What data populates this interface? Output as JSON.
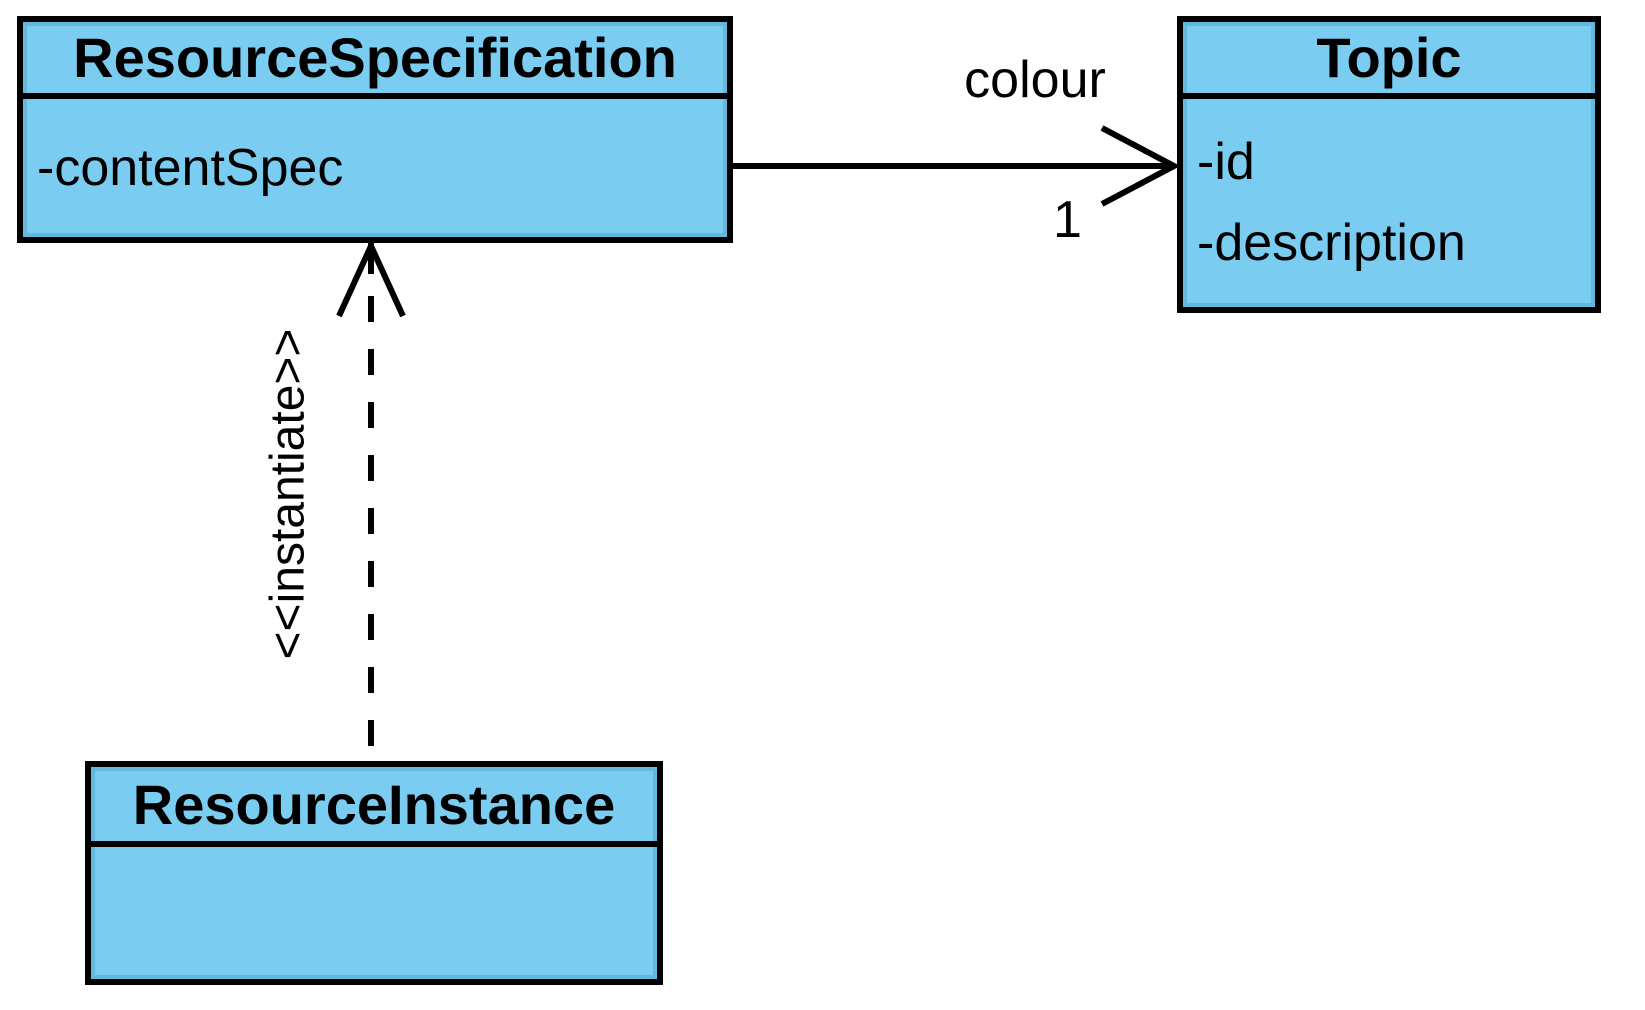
{
  "diagram": {
    "type": "uml-class-diagram",
    "colors": {
      "class_fill": "#7acdf1",
      "border": "#000000",
      "text": "#000000",
      "background": "#ffffff"
    },
    "classes": {
      "resource_specification": {
        "name": "ResourceSpecification",
        "attributes": [
          "-contentSpec"
        ]
      },
      "topic": {
        "name": "Topic",
        "attributes": [
          "-id",
          "-description"
        ]
      },
      "resource_instance": {
        "name": "ResourceInstance",
        "attributes": []
      }
    },
    "relations": {
      "association": {
        "label": "colour",
        "multiplicity": "1"
      },
      "dependency": {
        "stereotype": "<<instantiate>>"
      }
    }
  }
}
